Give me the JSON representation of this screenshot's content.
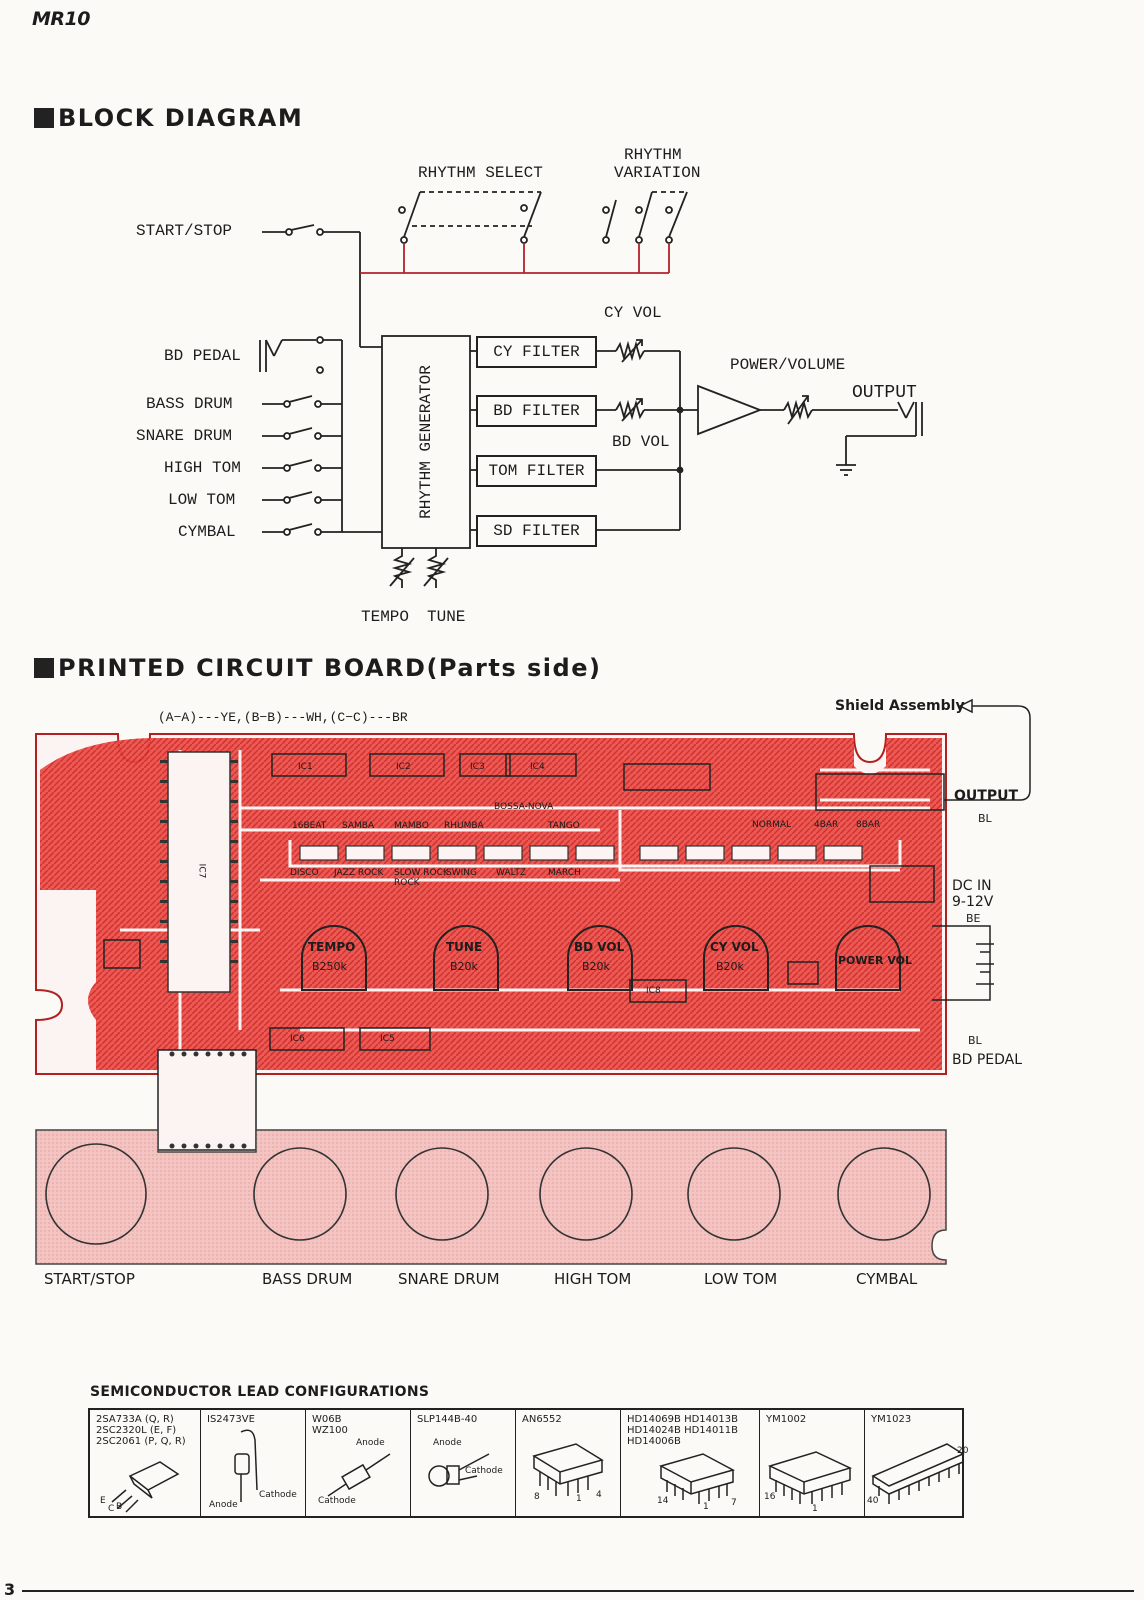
{
  "page": {
    "model": "MR10",
    "page_number": "3"
  },
  "block_diagram": {
    "heading": "BLOCK DIAGRAM",
    "rhythm_select": "RHYTHM SELECT",
    "rhythm_variation": [
      "RHYTHM",
      "VARIATION"
    ],
    "start_stop": "START/STOP",
    "bd_pedal": "BD PEDAL",
    "instrument_inputs": [
      "BASS DRUM",
      "SNARE DRUM",
      "HIGH TOM",
      "LOW TOM",
      "CYMBAL"
    ],
    "rhythm_generator": "RHYTHM GENERATOR",
    "filters": [
      "CY FILTER",
      "BD FILTER",
      "TOM FILTER",
      "SD FILTER"
    ],
    "cy_vol": "CY VOL",
    "bd_vol": "BD VOL",
    "power_volume": "POWER/VOLUME",
    "output": "OUTPUT",
    "tempo": "TEMPO",
    "tune": "TUNE"
  },
  "pcb": {
    "heading": "PRINTED CIRCUIT BOARD(Parts side)",
    "wire_legend": "(A−A)---YE,(B−B)---WH,(C−C)---BR",
    "shield": "Shield Assembly",
    "output": "OUTPUT",
    "bl1": "BL",
    "dc_in": "DC IN",
    "dc_volt": "9-12V",
    "be": "BE",
    "bl2": "BL",
    "bd_pedal": "BD PEDAL",
    "rhythms_top": [
      "16BEAT",
      "SAMBA",
      "MAMBO",
      "RHUMBA",
      "BOSSA-NOVA",
      "TANGO",
      "NORMAL",
      "4BAR",
      "8BAR"
    ],
    "rhythms_bottom": [
      "DISCO",
      "JAZZ ROCK",
      "ROCK",
      "SLOW ROCK",
      "SWING",
      "WALTZ",
      "MARCH"
    ],
    "pots": [
      {
        "name": "TEMPO",
        "value": "B250k"
      },
      {
        "name": "TUNE",
        "value": "B20k"
      },
      {
        "name": "BD VOL",
        "value": "B20k"
      },
      {
        "name": "CY VOL",
        "value": "B20k"
      },
      {
        "name": "POWER VOL",
        "value": ""
      }
    ],
    "ics": [
      "IC1",
      "IC2",
      "IC3",
      "IC4",
      "IC5",
      "IC6",
      "IC7",
      "IC8"
    ],
    "buttons": [
      "START/STOP",
      "BASS DRUM",
      "SNARE DRUM",
      "HIGH TOM",
      "LOW TOM",
      "CYMBAL"
    ]
  },
  "semiconductors": {
    "title": "SEMICONDUCTOR LEAD CONFIGURATIONS",
    "cells": [
      {
        "text": "2SA733A (Q, R)\n2SC2320L (E, F)\n2SC2061 (P, Q, R)",
        "pins": [
          "E",
          "C",
          "B"
        ]
      },
      {
        "text": "IS2473VE",
        "pins": [
          "Anode",
          "Cathode"
        ]
      },
      {
        "text": "W06B\nWZ100",
        "pins": [
          "Anode",
          "Cathode"
        ]
      },
      {
        "text": "SLP144B-40",
        "pins": [
          "Anode",
          "Cathode"
        ]
      },
      {
        "text": "AN6552",
        "pins": [
          "8",
          "1",
          "4"
        ]
      },
      {
        "text": "HD14069B  HD14013B\nHD14024B  HD14011B\nHD14006B",
        "pins": [
          "14",
          "1",
          "7"
        ]
      },
      {
        "text": "YM1002",
        "pins": [
          "16",
          "1"
        ]
      },
      {
        "text": "YM1023",
        "pins": [
          "40",
          "20"
        ]
      }
    ]
  },
  "colors": {
    "ink": "#1c1c1c",
    "pcb_red": "#dd2a26",
    "wire_red": "#b4202a",
    "panel_pink": "#efb9b9",
    "paper": "#fbfaf6"
  }
}
